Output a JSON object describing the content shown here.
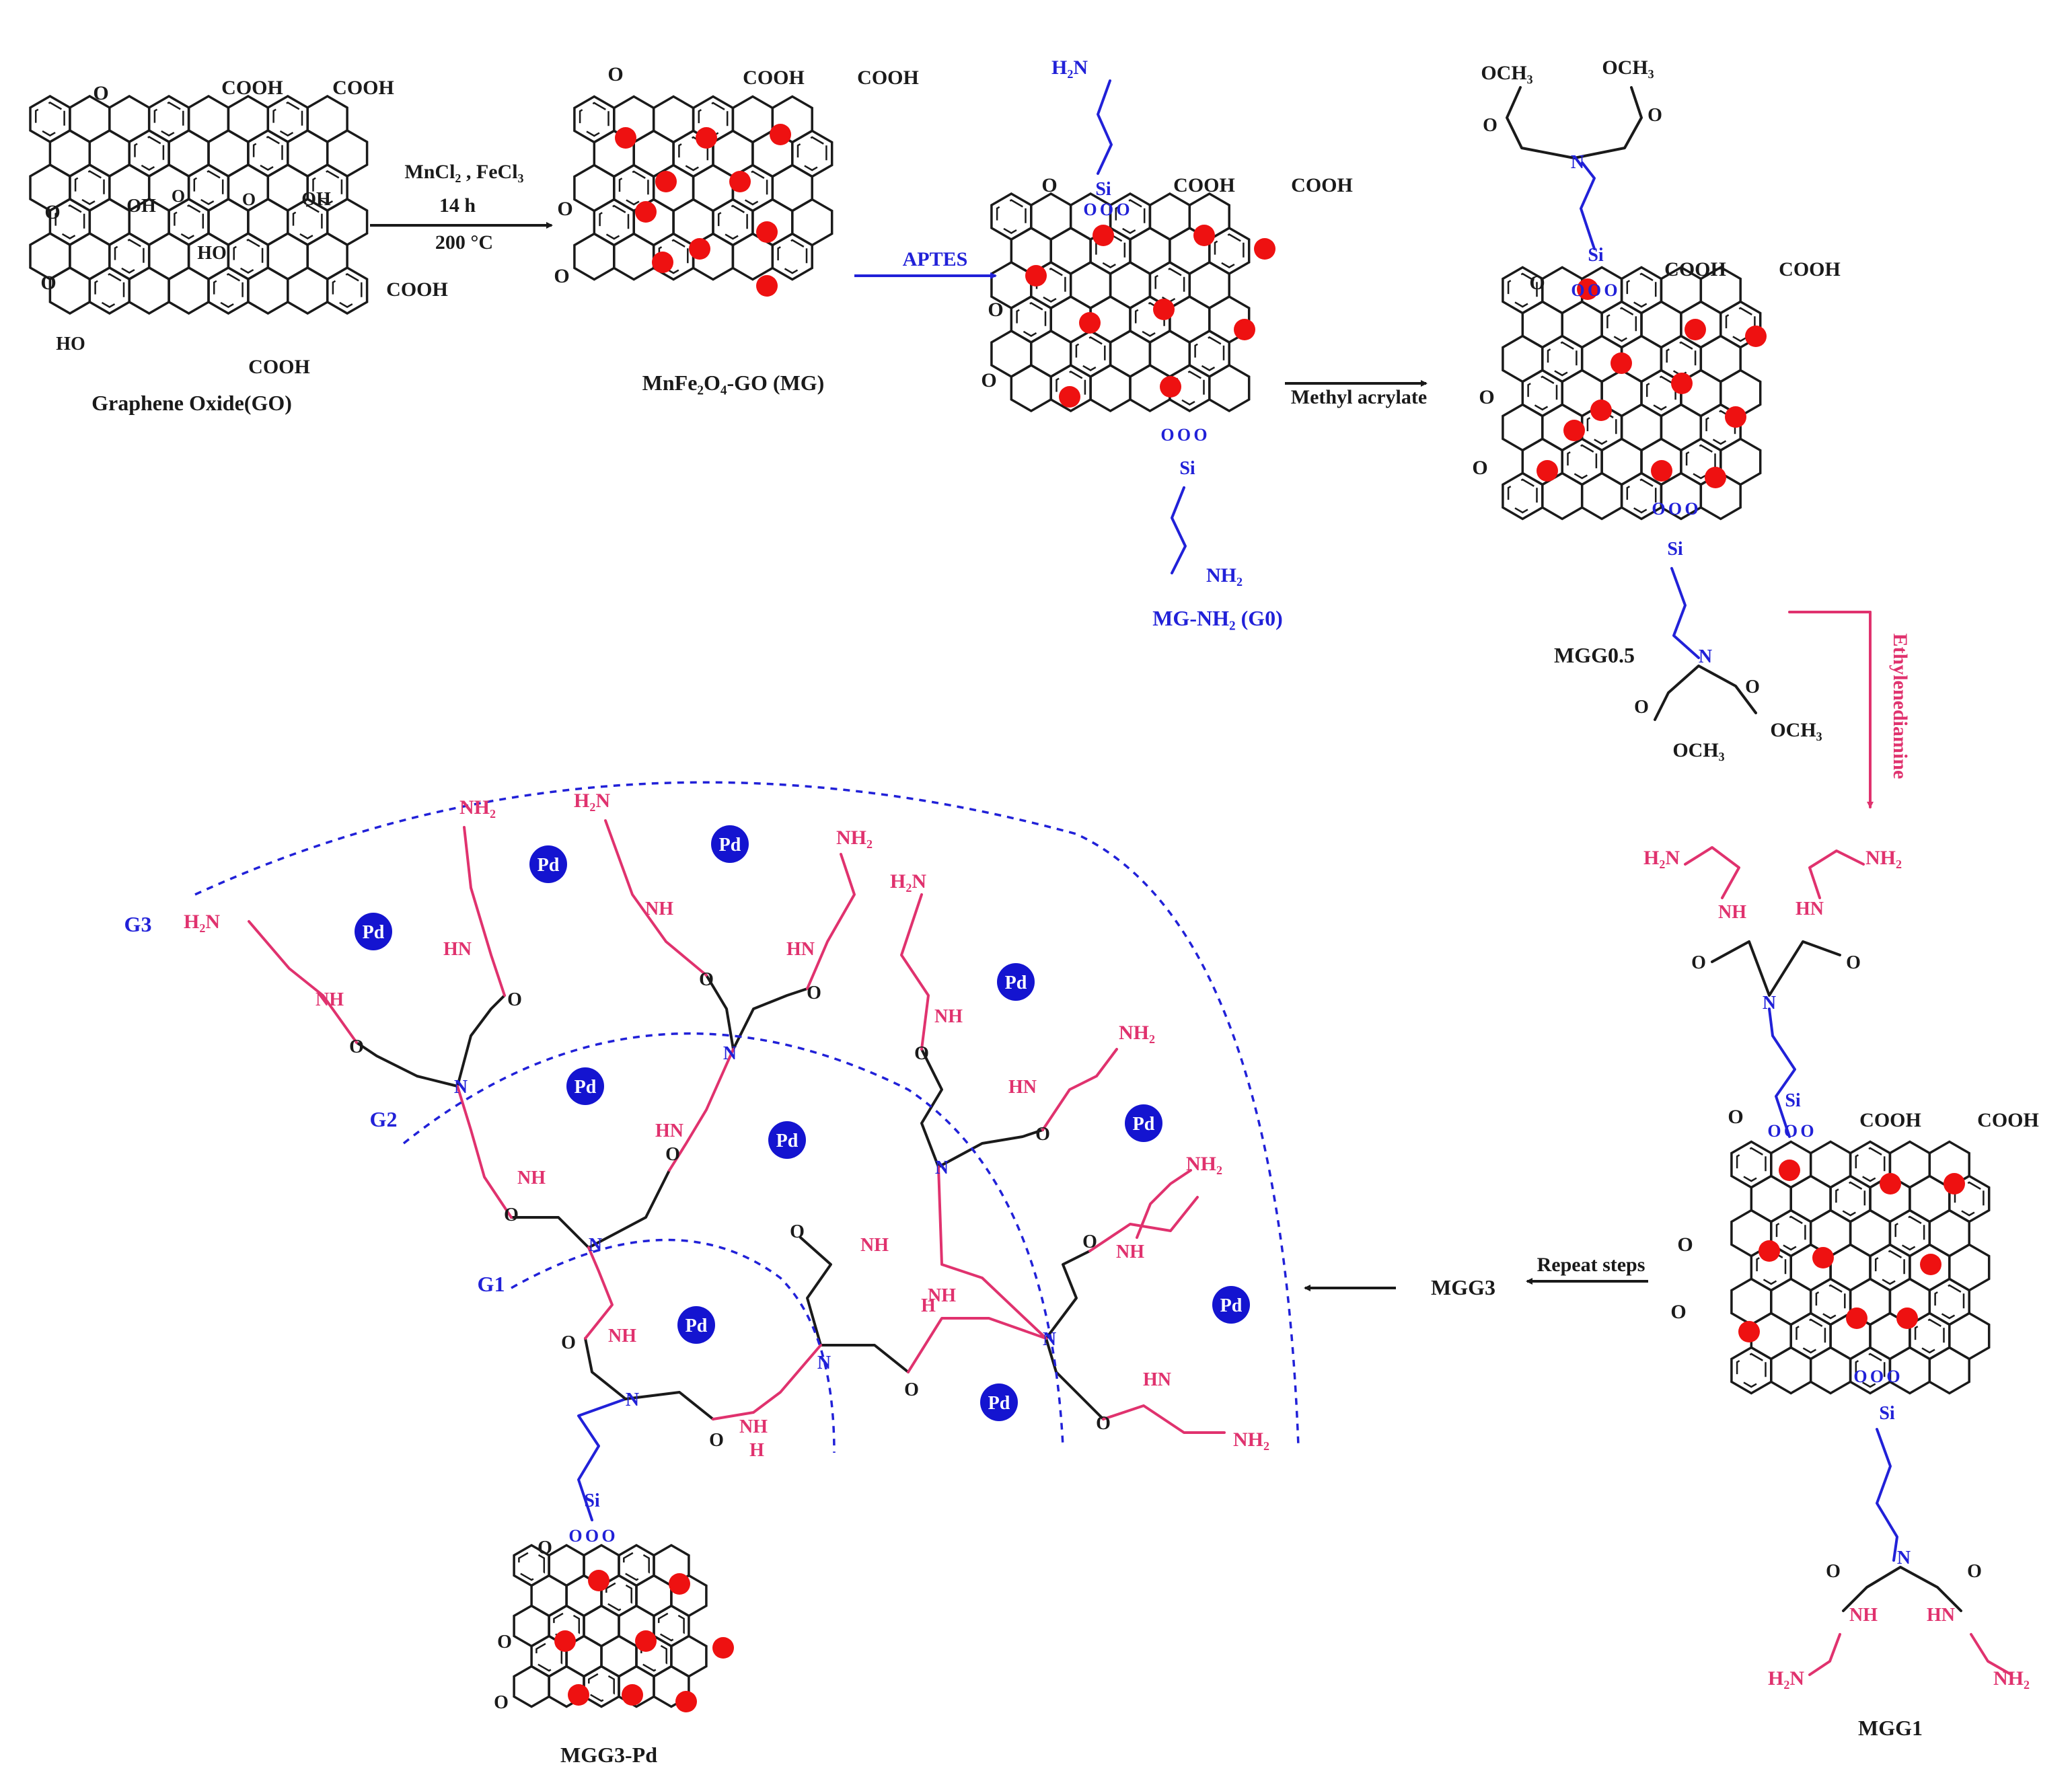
{
  "colors": {
    "black": "#1a1a1a",
    "blue": "#2121d8",
    "pink": "#e0326e",
    "red": "#ee1111",
    "pd": "#1414d0"
  },
  "reagents": {
    "step1_line1": "MnCl₂ , FeCl₃",
    "step1_line2": "14 h",
    "step1_line3": "200 °C",
    "step2": "APTES",
    "step3": "Methyl acrylate",
    "step4": "Ethylenediamine",
    "step5": "Repeat steps"
  },
  "compounds": {
    "go": "Graphene Oxide(GO)",
    "mg": "MnFe₂O₄-GO (MG)",
    "g0": "MG-NH₂ (G0)",
    "mgg05": "MGG0.5",
    "mgg1": "MGG1",
    "mgg3": "MGG3",
    "mgg3pd": "MGG3-Pd"
  },
  "generations": {
    "g1": "G1",
    "g2": "G2",
    "g3": "G3"
  },
  "groups": {
    "cooh": "COOH",
    "o": "O",
    "oh": "OH",
    "ho": "HO",
    "h2n": "H₂N",
    "nh2": "NH₂",
    "nh": "NH",
    "hn": "HN",
    "n": "N",
    "h": "H",
    "si": "Si",
    "ooo": "O O O",
    "och3": "OCH₃",
    "pd": "Pd"
  }
}
